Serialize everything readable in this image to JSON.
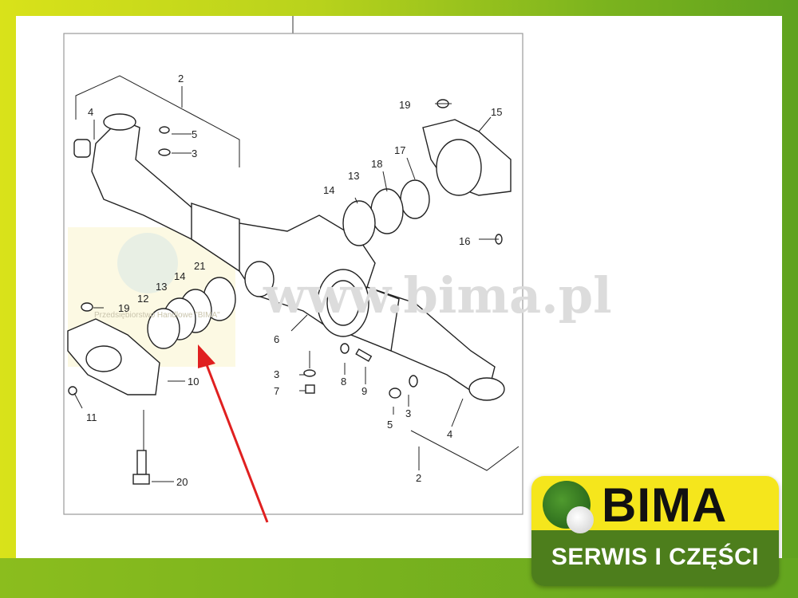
{
  "watermark": {
    "url": "www.bima.pl",
    "company": "Przedsiębiorstwo Handlowe \"BIMA\""
  },
  "logo": {
    "brand": "BIMA",
    "tagline": "SERWIS I CZĘŚCI"
  },
  "callouts": {
    "c2a": "2",
    "c4a": "4",
    "c5a": "5",
    "c3a": "3",
    "c19a": "19",
    "c15": "15",
    "c17": "17",
    "c18": "18",
    "c13a": "13",
    "c14a": "14",
    "c16": "16",
    "c21": "21",
    "c14b": "14",
    "c13b": "13",
    "c12": "12",
    "c19b": "19",
    "c6": "6",
    "c3b": "3",
    "c7": "7",
    "c8": "8",
    "c9": "9",
    "c10": "10",
    "c11": "11",
    "c5b": "5",
    "c3c": "3",
    "c4b": "4",
    "c2b": "2",
    "c20": "20"
  },
  "colors": {
    "arrow": "#e02020",
    "frame": "#9a9a9a",
    "logo_yellow": "#f5e61c",
    "logo_green": "#4d7e1c"
  }
}
